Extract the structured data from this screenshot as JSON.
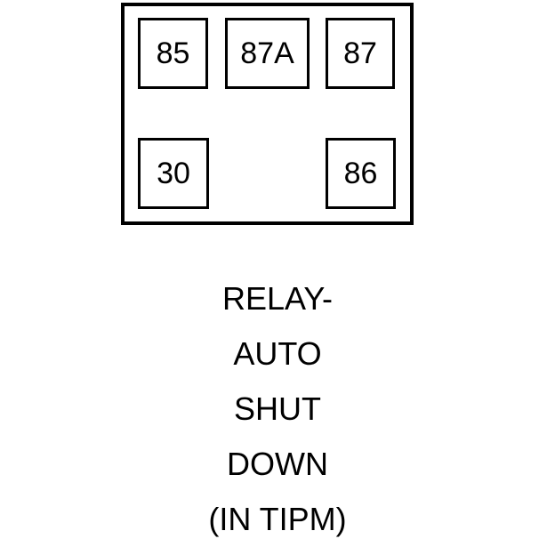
{
  "diagram": {
    "type": "relay-pinout",
    "background_color": "#ffffff",
    "line_color": "#000000",
    "body": {
      "name": "relay-housing"
    },
    "pins": [
      {
        "id": "85",
        "label": "85",
        "row": "top",
        "column": "left"
      },
      {
        "id": "87A",
        "label": "87A",
        "row": "top",
        "column": "center"
      },
      {
        "id": "87",
        "label": "87",
        "row": "top",
        "column": "right"
      },
      {
        "id": "30",
        "label": "30",
        "row": "bottom",
        "column": "left"
      },
      {
        "id": "86",
        "label": "86",
        "row": "bottom",
        "column": "right"
      }
    ]
  },
  "caption": {
    "lines": [
      "RELAY-",
      "AUTO",
      "SHUT",
      "DOWN",
      "(IN TIPM)"
    ],
    "full_text": "RELAY- AUTO SHUT DOWN (IN TIPM)"
  }
}
